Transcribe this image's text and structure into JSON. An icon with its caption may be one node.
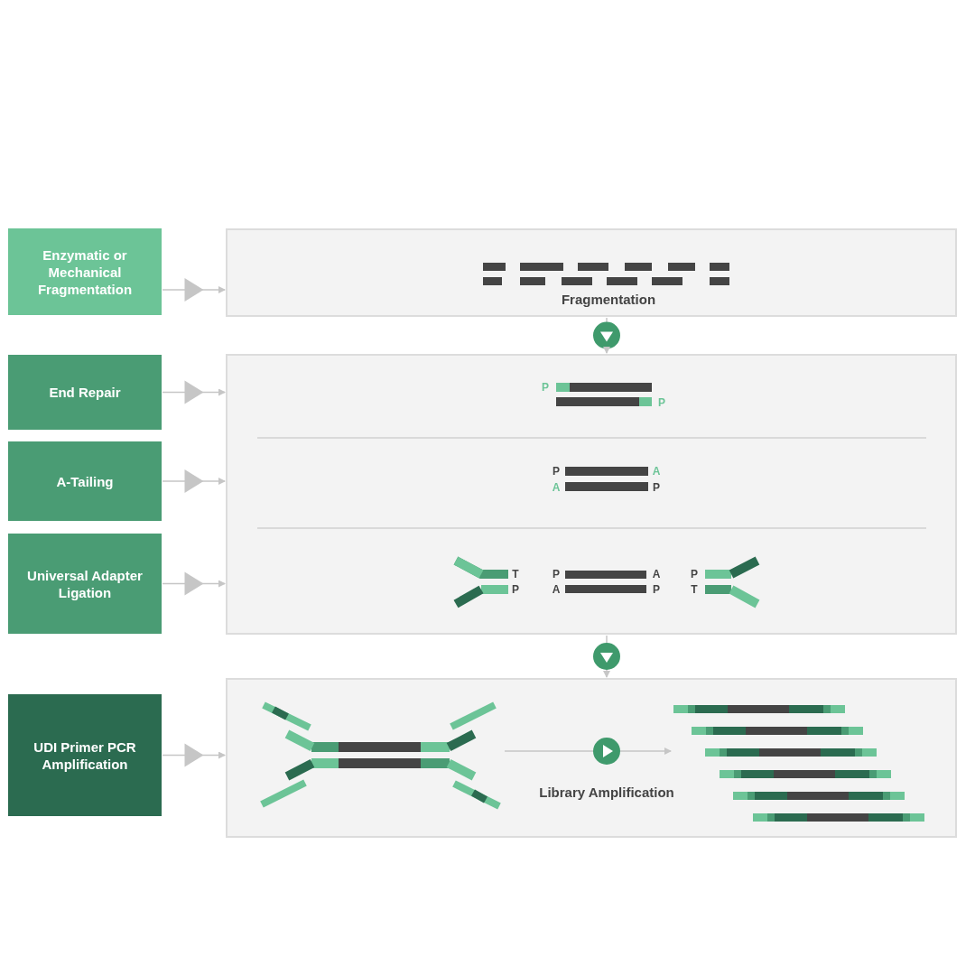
{
  "diagram": {
    "nodes": [
      {
        "text": [
          "Enzymatic or Mechanical Fragmentation"
        ]
      },
      {
        "text": [
          "End Repair"
        ]
      },
      {
        "text": [
          "A-Tailing"
        ]
      },
      {
        "text": [
          "Universal Adapter Ligation"
        ]
      },
      {
        "text": [
          "UDI Primer PCR Amplification"
        ]
      },
      {
        "text": [
          "Fragmentation"
        ]
      },
      {
        "text": [],
        "shape": "box"
      },
      {
        "text": [],
        "shape": "box"
      },
      {
        "text": [],
        "shape": "picture",
        "in": 7
      },
      {
        "text": [],
        "shape": "picture",
        "in": 7
      }
    ],
    "edges": [
      {
        "from": 0,
        "to": 5,
        "arrow": "to"
      },
      {
        "from": 1,
        "to": 6,
        "arrow": "to"
      },
      {
        "from": 2,
        "to": 6,
        "arrow": "to"
      },
      {
        "from": 3,
        "to": 6,
        "arrow": "to"
      },
      {
        "from": 4,
        "to": 7,
        "arrow": "to"
      },
      {
        "from": 5,
        "to": 6,
        "arrow": "to"
      },
      {
        "from": 6,
        "to": 7,
        "arrow": "to"
      },
      {
        "from": 8,
        "to": 9,
        "arrow": "to",
        "label": "Library Amplification"
      }
    ],
    "labels": [
      "P",
      "P",
      "P",
      "A",
      "A",
      "P",
      "T",
      "P",
      "A",
      "P",
      "P",
      "A",
      "P",
      "T"
    ]
  }
}
